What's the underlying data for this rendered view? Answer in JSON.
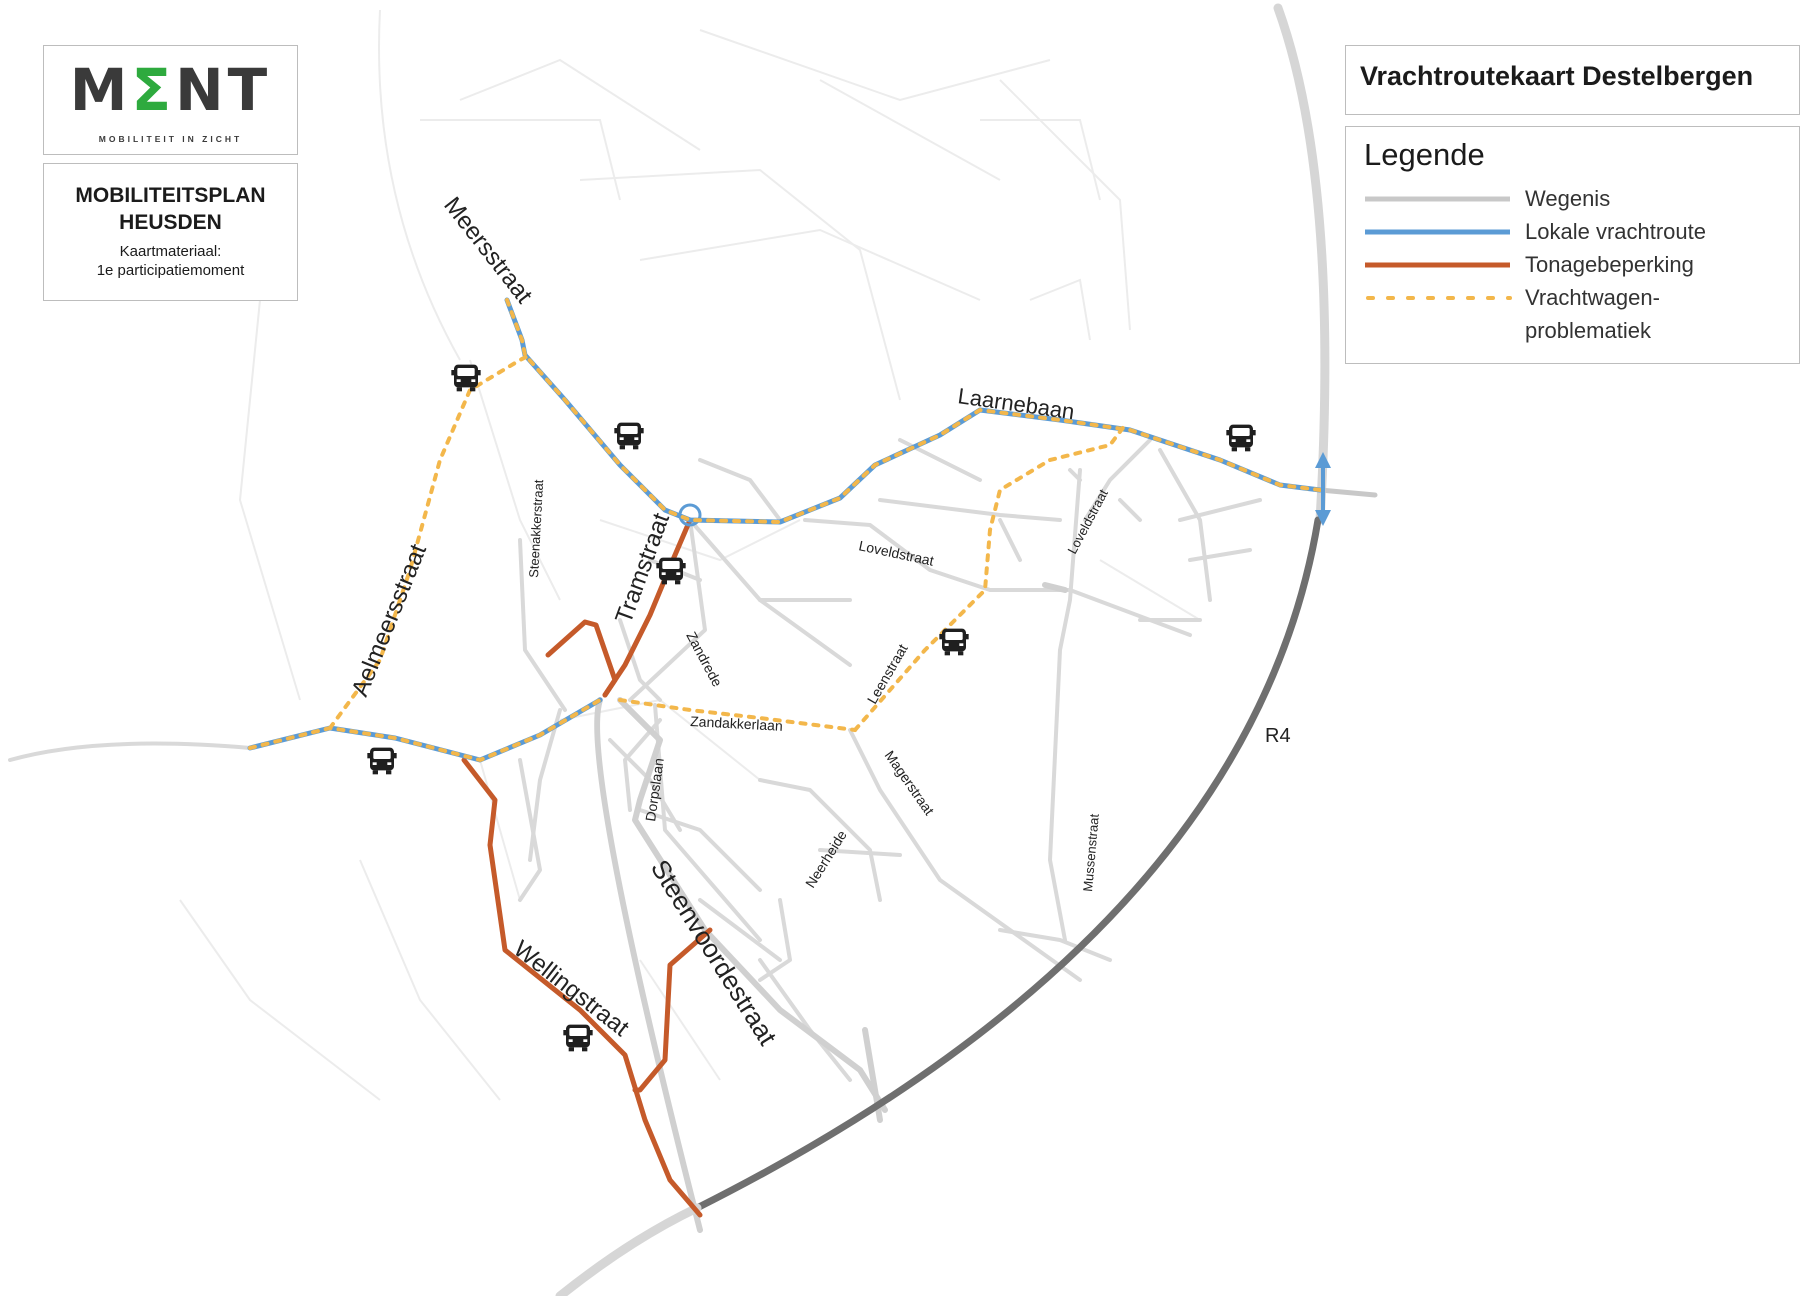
{
  "logo": {
    "wordmark_left": "M",
    "wordmark_mid": "ⵉ",
    "wordmark_right": "NT",
    "tagline": "MOBILITEIT IN ZICHT"
  },
  "plan": {
    "title_line1": "MOBILITEITSPLAN",
    "title_line2": "HEUSDEN",
    "subtitle_line1": "Kaartmateriaal:",
    "subtitle_line2": "1e participatiemoment"
  },
  "map_title": "Vrachtroutekaart Destelbergen",
  "legend": {
    "title": "Legende",
    "items": [
      {
        "label": "Wegenis",
        "style": "road",
        "color": "#c8c8c8"
      },
      {
        "label": "Lokale vrachtroute",
        "style": "truck-route",
        "color": "#5b9bd5"
      },
      {
        "label": "Tonagebeperking",
        "style": "tonnage",
        "color": "#c55a2a"
      },
      {
        "label": "Vrachtwagen-",
        "label2": "problematiek",
        "style": "problem",
        "color": "#f3b74b"
      }
    ]
  },
  "streets": {
    "meersstraat": "Meersstraat",
    "laarnebaan": "Laarnebaan",
    "aelmeersstraat": "Aelmeersstraat",
    "steenakkerstraat": "Steenakkerstraat",
    "tramstraat": "Tramstraat",
    "loveldstraat_1": "Loveldstraat",
    "loveldstraat_2": "Loveldstraat",
    "zandrede": "Zandrede",
    "leenstraat": "Leenstraat",
    "zandakkerlaan": "Zandakkerlaan",
    "dorpslaan": "Dorpslaan",
    "magerstraat": "Magerstraat",
    "neerheide": "Neerheide",
    "mussenstraat": "Mussenstraat",
    "steenvoordestraat": "Steenvoordestraat",
    "wellingstraat": "Wellingstraat",
    "r4": "R4"
  },
  "truck_icon": "truck-icon"
}
